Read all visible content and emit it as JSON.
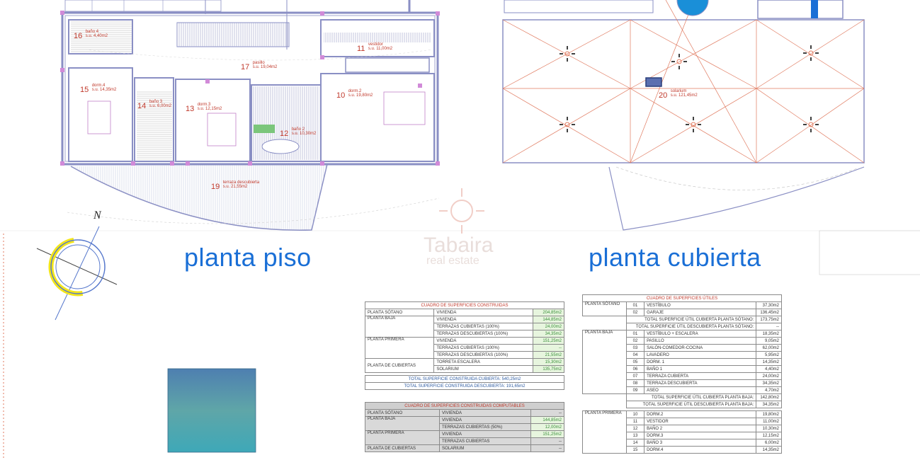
{
  "titles": {
    "planta_piso": "planta piso",
    "planta_cubierta": "planta cubierta",
    "north": "N"
  },
  "watermark": {
    "line1": "Tabaira",
    "line2": "real estate"
  },
  "rooms": [
    {
      "num": "16",
      "name": "baño 4",
      "area": "s.u. 4,40m2"
    },
    {
      "num": "11",
      "name": "vestidor",
      "area": "s.u. 11,00m2"
    },
    {
      "num": "17",
      "name": "pasillo",
      "area": "s.u. 19,04m2"
    },
    {
      "num": "15",
      "name": "dorm.4",
      "area": "s.u. 14,35m2"
    },
    {
      "num": "14",
      "name": "baño 3",
      "area": "s.u. 6,00m2"
    },
    {
      "num": "13",
      "name": "dorm.3",
      "area": "s.u. 12,15m2"
    },
    {
      "num": "10",
      "name": "dorm.2",
      "area": "s.u. 19,80m2"
    },
    {
      "num": "12",
      "name": "baño 2",
      "area": "s.u. 10,30m2"
    },
    {
      "num": "19",
      "name": "terraza descubierta",
      "area": "s.u. 21,55m2"
    },
    {
      "num": "20",
      "name": "solarium",
      "area": "s.u. 121,45m2"
    }
  ],
  "colors": {
    "wall": "#8a8fc4",
    "roof": "#e07a5f",
    "title": "#1a6fd6",
    "room_label": "#c0392b",
    "compass_ring": "#f3e61b",
    "pool": "#1a8fd8"
  },
  "table1": {
    "caption": "CUADRO DE SUPERFICIES CONSTRUIDAS",
    "groups": [
      {
        "label": "PLANTA SÓTANO",
        "rows": [
          [
            "VIVIENDA",
            "204,85m2"
          ]
        ]
      },
      {
        "label": "PLANTA BAJA",
        "rows": [
          [
            "VIVIENDA",
            "144,85m2"
          ],
          [
            "TERRAZAS CUBIERTAS (100%)",
            "24,00m2"
          ],
          [
            "TERRAZAS DESCUBIERTAS (100%)",
            "34,35m2"
          ]
        ]
      },
      {
        "label": "PLANTA PRIMERA",
        "rows": [
          [
            "VIVIENDA",
            "151,25m2"
          ],
          [
            "TERRAZAS CUBIERTAS (100%)",
            "--"
          ],
          [
            "TERRAZAS DESCUBIERTAS (100%)",
            "21,55m2"
          ]
        ]
      },
      {
        "label": "PLANTA DE CUBIERTAS",
        "rows": [
          [
            "TORRETA ESCALERA",
            "15,30m2"
          ],
          [
            "SOLARIUM",
            "135,75m2"
          ]
        ]
      }
    ],
    "total1": "TOTAL SUPERFICIE CONSTRUIDA CUBIERTA: 540,25m2",
    "total2": "TOTAL SUPERFICIE CONSTRUIDA DESCUBIERTA: 191,65m2"
  },
  "table2": {
    "caption": "CUADRO DE SUPERFICIES CONSTRUIDAS COMPUTABLES",
    "groups": [
      {
        "label": "PLANTA SÓTANO",
        "rows": [
          [
            "VIVIENDA",
            "--"
          ]
        ]
      },
      {
        "label": "PLANTA BAJA",
        "rows": [
          [
            "VIVIENDA",
            "144,85m2"
          ],
          [
            "TERRAZAS CUBIERTAS (50%)",
            "12,00m2"
          ]
        ]
      },
      {
        "label": "PLANTA PRIMERA",
        "rows": [
          [
            "VIVIENDA",
            "151,25m2"
          ],
          [
            "TERRAZAS CUBIERTAS",
            "--"
          ]
        ]
      },
      {
        "label": "PLANTA DE CUBIERTAS",
        "rows": [
          [
            "SOLARIUM",
            "--"
          ]
        ]
      }
    ]
  },
  "table3": {
    "caption": "CUADRO DE SUPERFICIES ÚTILES",
    "sotano": {
      "label": "PLANTA SÓTANO",
      "rows": [
        [
          "01",
          "VESTÍBULO",
          "37,30m2"
        ],
        [
          "02",
          "GARAJE",
          "136,45m2"
        ]
      ]
    },
    "sotano_t1": "TOTAL SUPERFICIE ÚTIL CUBIERTA PLANTA SÓTANO:",
    "sotano_t1v": "173,75m2",
    "sotano_t2": "TOTAL SUPERFICIE ÚTIL DESCUBIERTA PLANTA SÓTANO:",
    "sotano_t2v": "--",
    "baja": {
      "label": "PLANTA BAJA",
      "rows": [
        [
          "01",
          "VESTÍBULO + ESCALERA",
          "18,35m2"
        ],
        [
          "02",
          "PASILLO",
          "9,05m2"
        ],
        [
          "03",
          "SALÓN-COMEDOR-COCINA",
          "62,00m2"
        ],
        [
          "04",
          "LAVADERO",
          "5,95m2"
        ],
        [
          "05",
          "DORM. 1",
          "14,35m2"
        ],
        [
          "06",
          "BAÑO 1",
          "4,40m2"
        ],
        [
          "07",
          "TERRAZA CUBIERTA",
          "24,00m2"
        ],
        [
          "08",
          "TERRAZA DESCUBIERTA",
          "34,35m2"
        ],
        [
          "09",
          "ASEO",
          "4,70m2"
        ]
      ]
    },
    "baja_t1": "TOTAL SUPERFICIE ÚTIL CUBIERTA PLANTA BAJA:",
    "baja_t1v": "142,80m2",
    "baja_t2": "TOTAL SUPERFICIE ÚTIL DESCUBIERTA PLANTA BAJA:",
    "baja_t2v": "34,35m2",
    "primera": {
      "label": "PLANTA PRIMERA",
      "rows": [
        [
          "10",
          "DORM.2",
          "19,80m2"
        ],
        [
          "11",
          "VESTIDOR",
          "11,00m2"
        ],
        [
          "12",
          "BAÑO 2",
          "10,30m2"
        ],
        [
          "13",
          "DORM.3",
          "12,15m2"
        ],
        [
          "14",
          "BAÑO 3",
          "6,00m2"
        ],
        [
          "15",
          "DORM.4",
          "14,35m2"
        ]
      ]
    }
  }
}
